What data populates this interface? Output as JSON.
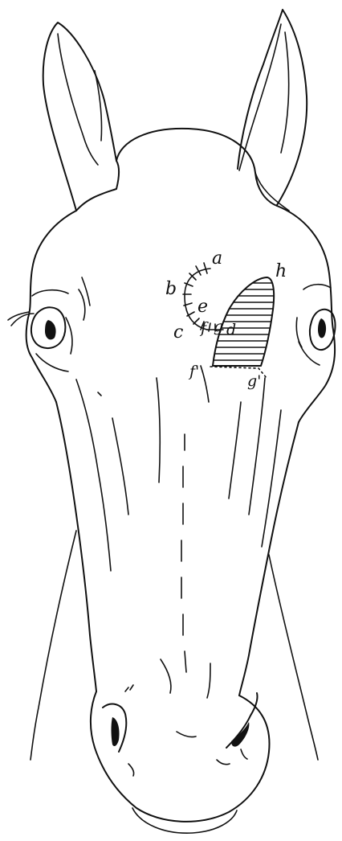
{
  "labels": {
    "a": "a",
    "b": "b",
    "c": "c",
    "d": "d",
    "e": "e",
    "f": "f",
    "g": "g",
    "h": "h",
    "f_prime": "f'",
    "g_prime": "g'"
  },
  "colors": {
    "ink": "#111111",
    "paper": "#ffffff"
  }
}
